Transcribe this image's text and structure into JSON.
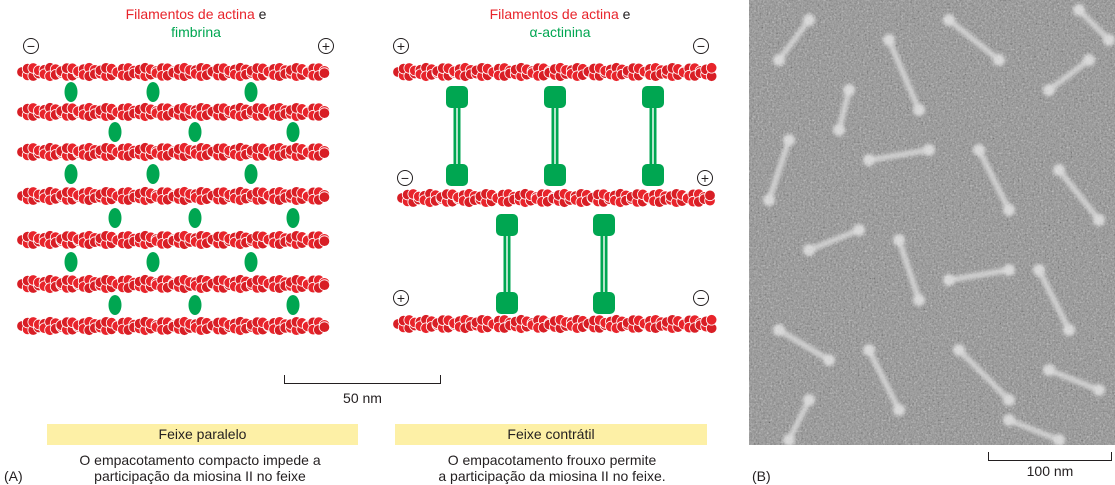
{
  "panel_a": {
    "left_title_red": "Filamentos de actina",
    "left_title_conj": "e",
    "left_title_green": "fimbrina",
    "right_title_red": "Filamentos de actina",
    "right_title_conj": "e",
    "right_title_green": "α-actinina",
    "scale_label": "50 nm",
    "left_band": "Feixe paralelo",
    "right_band": "Feixe contrátil",
    "left_caption_1": "O empacotamento compacto impede a",
    "left_caption_2": "participação da miosina II no feixe",
    "right_caption_1": "O empacotamento frouxo permite",
    "right_caption_2": "a participação da miosina II no feixe.",
    "label": "(A)",
    "plus": "+",
    "minus": "−"
  },
  "panel_b": {
    "label": "(B)",
    "scale_label": "100 nm"
  },
  "colors": {
    "actin": "#e8242b",
    "actin_highlight": "#f26a5c",
    "linker": "#00a651",
    "band": "#fdf0a6",
    "micrograph_bg": "#8f8f8f"
  }
}
